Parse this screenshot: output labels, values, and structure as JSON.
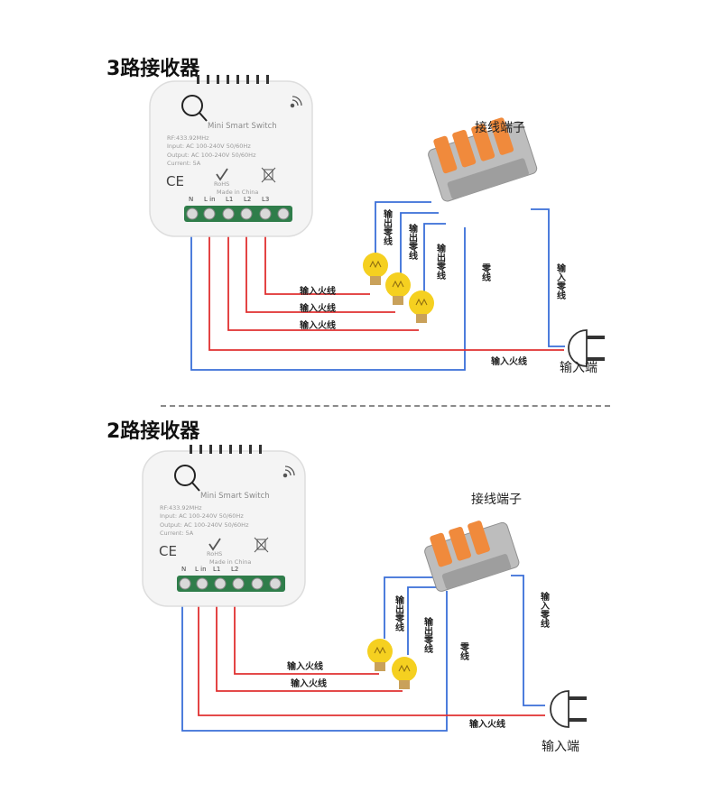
{
  "top": {
    "title": "3路接收器",
    "device": {
      "brand": "Mini Smart Switch",
      "rf": "RF:433.92MHz",
      "input": "Input:  AC 100-240V  50/60Hz",
      "output": "Output:  AC 100-240V  50/60Hz",
      "current": "Current:  5A",
      "ce": "CE",
      "rohs": "RoHS",
      "made_in": "Made in China",
      "terminals": [
        "N",
        "L in",
        "L1",
        "L2",
        "L3"
      ]
    },
    "connector_label": "接线端子",
    "labels": {
      "output_neutral_1": "输出零线",
      "output_neutral_2": "输出零线",
      "output_neutral_3": "输出零线",
      "neutral": "零线",
      "input_neutral": "输入零线",
      "live_in_1": "输入火线",
      "live_in_2": "输入火线",
      "live_in_3": "输入火线",
      "live_in_main": "输入火线",
      "input_end": "输入端"
    }
  },
  "bottom": {
    "title": "2路接收器",
    "device": {
      "brand": "Mini Smart Switch",
      "rf": "RF:433.92MHz",
      "input": "Input:  AC 100-240V  50/60Hz",
      "output": "Output:  AC 100-240V  50/60Hz",
      "current": "Current:  5A",
      "ce": "CE",
      "rohs": "RoHS",
      "made_in": "Made in China",
      "terminals": [
        "N",
        "L in",
        "L1",
        "L2"
      ]
    },
    "connector_label": "接线端子",
    "labels": {
      "output_neutral_1": "输出零线",
      "output_neutral_2": "输出零线",
      "neutral": "零线",
      "input_neutral": "输入零线",
      "live_in_1": "输入火线",
      "live_in_2": "输入火线",
      "live_in_main": "输入火线",
      "input_end": "输入端"
    }
  },
  "colors": {
    "neutral_wire": "#3a6fd8",
    "live_wire": "#e03030",
    "bulb": "#f5d020",
    "connector_orange": "#f08a3c",
    "connector_grey": "#b9b9b9",
    "terminal_green": "#2f7d4a"
  }
}
